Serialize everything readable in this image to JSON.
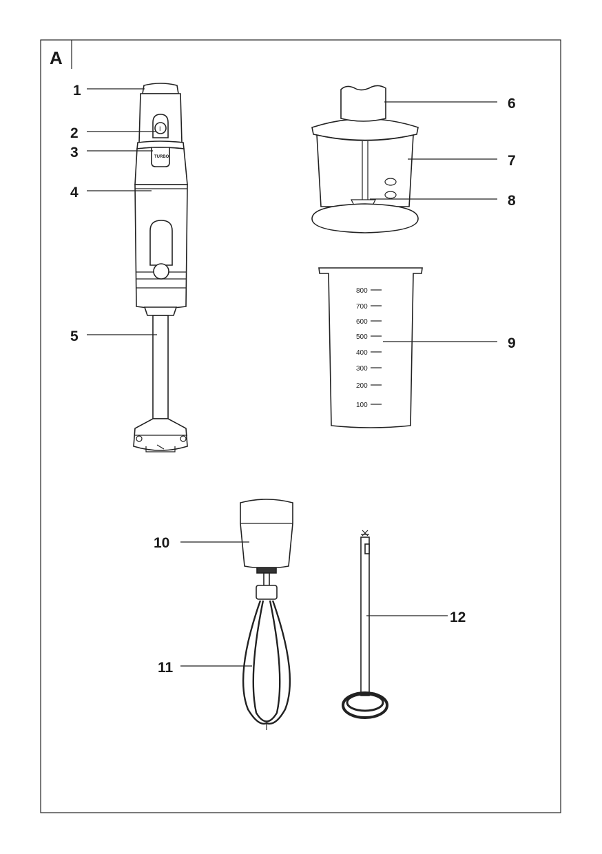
{
  "figure_label": "A",
  "parts": [
    {
      "number": "1"
    },
    {
      "number": "2"
    },
    {
      "number": "3"
    },
    {
      "number": "4"
    },
    {
      "number": "5"
    },
    {
      "number": "6"
    },
    {
      "number": "7"
    },
    {
      "number": "8"
    },
    {
      "number": "9"
    },
    {
      "number": "10"
    },
    {
      "number": "11"
    },
    {
      "number": "12"
    }
  ],
  "blender": {
    "power_symbol": "I",
    "turbo_label": "TURBO"
  },
  "beaker_scale": [
    "800",
    "700",
    "600",
    "500",
    "400",
    "300",
    "200",
    "100"
  ]
}
